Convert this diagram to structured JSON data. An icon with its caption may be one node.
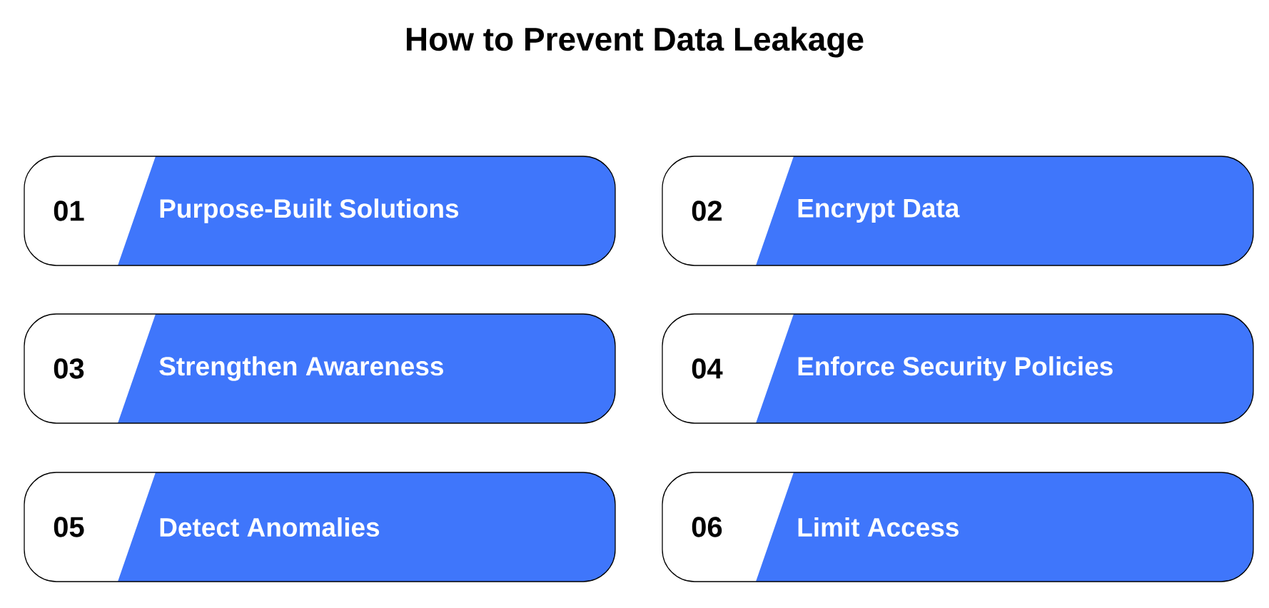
{
  "diagram": {
    "title": "How to Prevent Data Leakage",
    "nodes": [
      {
        "text": [
          "01",
          "Purpose-Built Solutions"
        ]
      },
      {
        "text": [
          "02",
          "Encrypt Data"
        ]
      },
      {
        "text": [
          "03",
          "Strengthen Awareness"
        ]
      },
      {
        "text": [
          "04",
          "Enforce Security Policies"
        ]
      },
      {
        "text": [
          "05",
          "Detect Anomalies"
        ]
      },
      {
        "text": [
          "06",
          "Limit Access"
        ]
      }
    ]
  }
}
